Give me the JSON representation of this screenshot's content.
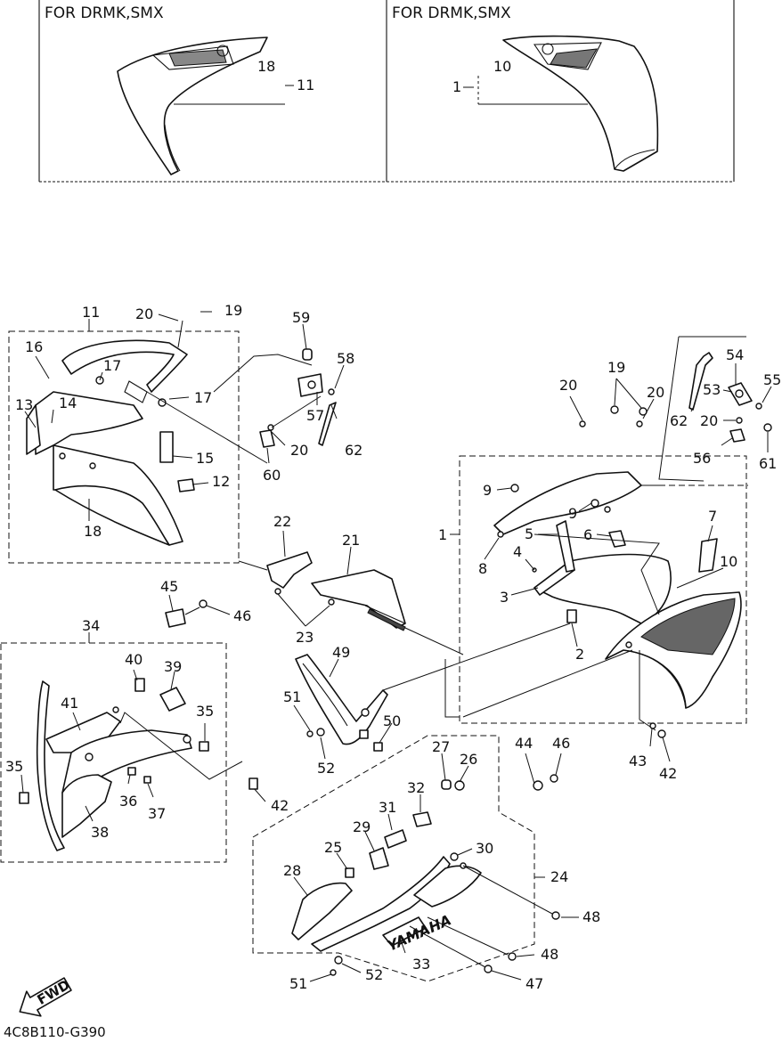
{
  "panels": {
    "left_title": "FOR DRMK,SMX",
    "right_title": "FOR DRMK,SMX",
    "left_labels": [
      "18",
      "11"
    ],
    "right_labels": [
      "1",
      "10"
    ]
  },
  "fwd_label": "FWD",
  "brand_text": "YAMAHA",
  "diagram_code": "4C8B110-G390",
  "callouts": [
    {
      "id": "c11",
      "text": "11"
    },
    {
      "id": "c20a",
      "text": "20"
    },
    {
      "id": "c19a",
      "text": "19"
    },
    {
      "id": "c16",
      "text": "16"
    },
    {
      "id": "c17a",
      "text": "17"
    },
    {
      "id": "c17b",
      "text": "17"
    },
    {
      "id": "c13",
      "text": "13"
    },
    {
      "id": "c14",
      "text": "14"
    },
    {
      "id": "c15",
      "text": "15"
    },
    {
      "id": "c12",
      "text": "12"
    },
    {
      "id": "c18",
      "text": "18"
    },
    {
      "id": "c59",
      "text": "59"
    },
    {
      "id": "c58",
      "text": "58"
    },
    {
      "id": "c57",
      "text": "57"
    },
    {
      "id": "c20b",
      "text": "20"
    },
    {
      "id": "c60",
      "text": "60"
    },
    {
      "id": "c62a",
      "text": "62"
    },
    {
      "id": "c22",
      "text": "22"
    },
    {
      "id": "c21",
      "text": "21"
    },
    {
      "id": "c23",
      "text": "23"
    },
    {
      "id": "c45",
      "text": "45"
    },
    {
      "id": "c46a",
      "text": "46"
    },
    {
      "id": "c34",
      "text": "34"
    },
    {
      "id": "c40",
      "text": "40"
    },
    {
      "id": "c39",
      "text": "39"
    },
    {
      "id": "c41",
      "text": "41"
    },
    {
      "id": "c35a",
      "text": "35"
    },
    {
      "id": "c35b",
      "text": "35"
    },
    {
      "id": "c36",
      "text": "36"
    },
    {
      "id": "c37",
      "text": "37"
    },
    {
      "id": "c38",
      "text": "38"
    },
    {
      "id": "c42a",
      "text": "42"
    },
    {
      "id": "c49",
      "text": "49"
    },
    {
      "id": "c51a",
      "text": "51"
    },
    {
      "id": "c50",
      "text": "50"
    },
    {
      "id": "c52a",
      "text": "52"
    },
    {
      "id": "c20c",
      "text": "20"
    },
    {
      "id": "c19b",
      "text": "19"
    },
    {
      "id": "c20d",
      "text": "20"
    },
    {
      "id": "c9a",
      "text": "9"
    },
    {
      "id": "c9b",
      "text": "9"
    },
    {
      "id": "c1",
      "text": "1"
    },
    {
      "id": "c8",
      "text": "8"
    },
    {
      "id": "c5",
      "text": "5"
    },
    {
      "id": "c6",
      "text": "6"
    },
    {
      "id": "c4",
      "text": "4"
    },
    {
      "id": "c3",
      "text": "3"
    },
    {
      "id": "c2",
      "text": "2"
    },
    {
      "id": "c7",
      "text": "7"
    },
    {
      "id": "c10",
      "text": "10"
    },
    {
      "id": "c54",
      "text": "54"
    },
    {
      "id": "c55",
      "text": "55"
    },
    {
      "id": "c53",
      "text": "53"
    },
    {
      "id": "c62b",
      "text": "62"
    },
    {
      "id": "c20e",
      "text": "20"
    },
    {
      "id": "c56",
      "text": "56"
    },
    {
      "id": "c61",
      "text": "61"
    },
    {
      "id": "c43",
      "text": "43"
    },
    {
      "id": "c42b",
      "text": "42"
    },
    {
      "id": "c44",
      "text": "44"
    },
    {
      "id": "c46b",
      "text": "46"
    },
    {
      "id": "c27",
      "text": "27"
    },
    {
      "id": "c26",
      "text": "26"
    },
    {
      "id": "c32",
      "text": "32"
    },
    {
      "id": "c31",
      "text": "31"
    },
    {
      "id": "c29",
      "text": "29"
    },
    {
      "id": "c25",
      "text": "25"
    },
    {
      "id": "c30",
      "text": "30"
    },
    {
      "id": "c24",
      "text": "24"
    },
    {
      "id": "c28",
      "text": "28"
    },
    {
      "id": "c48a",
      "text": "48"
    },
    {
      "id": "c48b",
      "text": "48"
    },
    {
      "id": "c33",
      "text": "33"
    },
    {
      "id": "c47",
      "text": "47"
    },
    {
      "id": "c51b",
      "text": "51"
    },
    {
      "id": "c52b",
      "text": "52"
    }
  ]
}
